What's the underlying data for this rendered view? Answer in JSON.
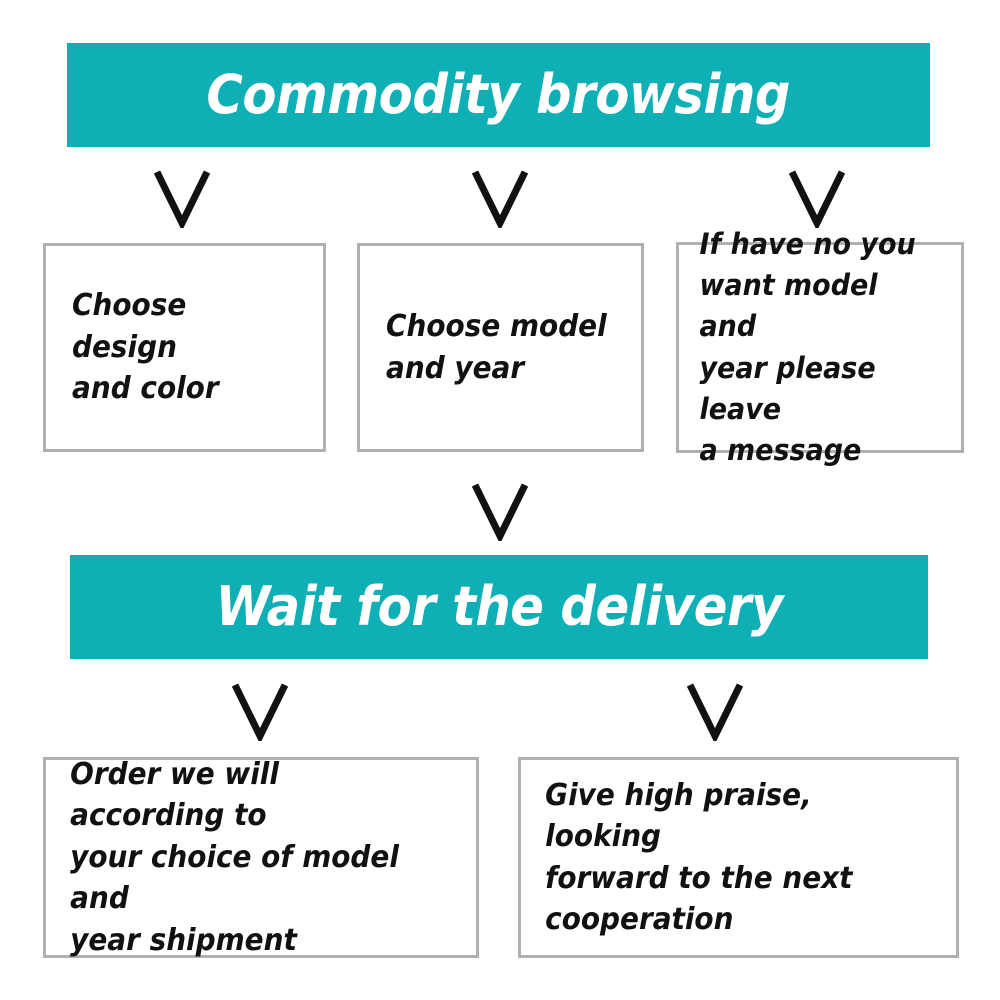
{
  "diagram": {
    "title": "Order process flowchart",
    "accent_color": "#0fafb6",
    "box_border_color": "#b0b0b0",
    "text_color": "#111111",
    "banner_text_color": "#ffffff"
  },
  "banners": [
    {
      "id": "commodity-browsing",
      "label": "Commodity browsing"
    },
    {
      "id": "wait-for-delivery",
      "label": "Wait for the delivery"
    }
  ],
  "boxes": [
    {
      "id": "choose-design-and-color",
      "label": "Choose design\nand color"
    },
    {
      "id": "choose-model-and-year",
      "label": "Choose model\nand year"
    },
    {
      "id": "leave-a-message",
      "label": "If have no you\nwant model and\nyear please leave\na message"
    },
    {
      "id": "order-shipment",
      "label": "Order we will according to\nyour choice of model and\nyear shipment"
    },
    {
      "id": "give-high-praise",
      "label": "Give high praise, looking\nforward to the next\ncooperation"
    }
  ],
  "arrows": [
    {
      "id": "to-choose-design",
      "glyph": "chevron-down"
    },
    {
      "id": "to-choose-model",
      "glyph": "chevron-down"
    },
    {
      "id": "to-leave-message",
      "glyph": "chevron-down"
    },
    {
      "id": "to-wait-for-delivery",
      "glyph": "chevron-down"
    },
    {
      "id": "to-order-shipment",
      "glyph": "chevron-down"
    },
    {
      "id": "to-give-high-praise",
      "glyph": "chevron-down"
    }
  ]
}
